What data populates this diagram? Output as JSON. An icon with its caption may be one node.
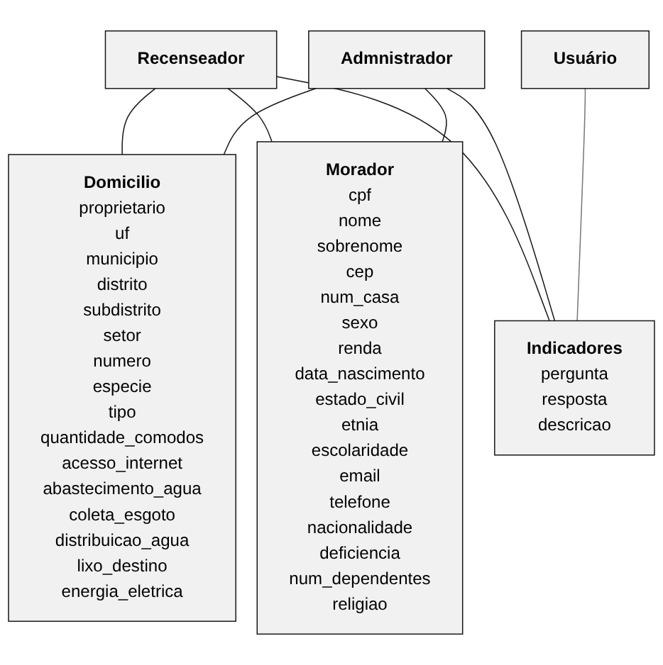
{
  "diagram": {
    "nodes": [
      {
        "text": [
          "Recenseador"
        ]
      },
      {
        "text": [
          "Admnistrador"
        ]
      },
      {
        "text": [
          "Usuário"
        ]
      },
      {
        "text": [
          "Domicilio",
          "proprietario",
          "uf",
          "municipio",
          "distrito",
          "subdistrito",
          "setor",
          "numero",
          "especie",
          "tipo",
          "quantidade_comodos",
          "acesso_internet",
          "abastecimento_agua",
          "coleta_esgoto",
          "distribuicao_agua",
          "lixo_destino",
          "energia_eletrica"
        ]
      },
      {
        "text": [
          "Morador",
          "cpf",
          "nome",
          "sobrenome",
          "cep",
          "num_casa",
          "sexo",
          "renda",
          "data_nascimento",
          "estado_civil",
          "etnia",
          "escolaridade",
          "email",
          "telefone",
          "nacionalidade",
          "deficiencia",
          "num_dependentes",
          "religiao"
        ]
      },
      {
        "text": [
          "Indicadores",
          "pergunta",
          "resposta",
          "descricao"
        ]
      }
    ],
    "edges": [
      {
        "from": 0,
        "to": 3,
        "arrow": "none"
      },
      {
        "from": 0,
        "to": 4,
        "arrow": "none"
      },
      {
        "from": 0,
        "to": 5,
        "arrow": "none"
      },
      {
        "from": 1,
        "to": 3,
        "arrow": "none"
      },
      {
        "from": 1,
        "to": 4,
        "arrow": "none"
      },
      {
        "from": 1,
        "to": 5,
        "arrow": "none"
      },
      {
        "from": 2,
        "to": 5,
        "arrow": "none",
        "color": "#777777"
      }
    ]
  }
}
